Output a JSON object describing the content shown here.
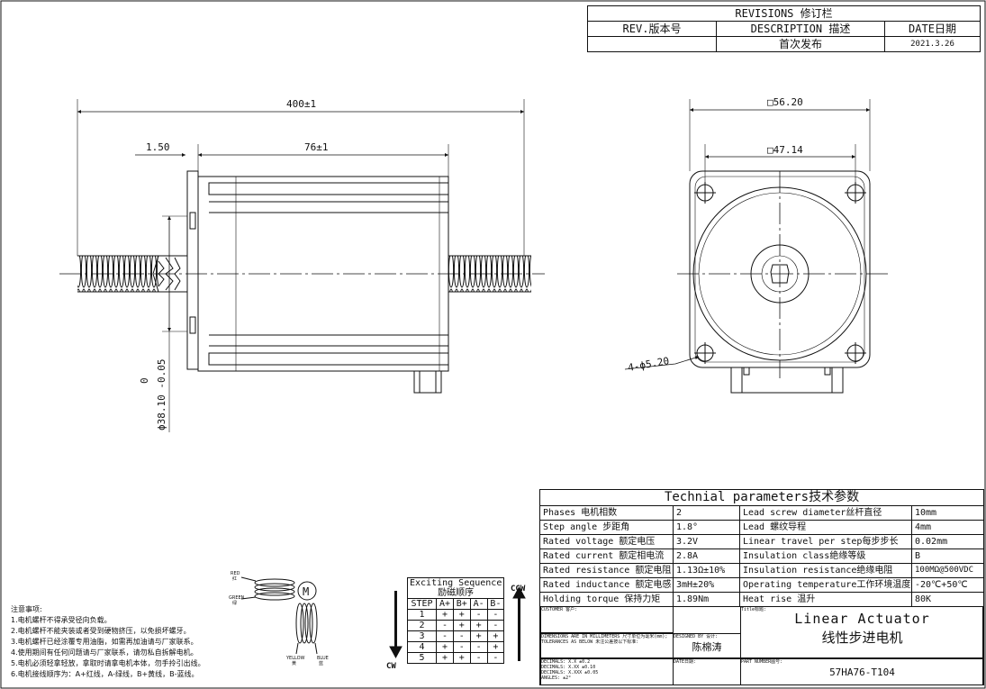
{
  "revisions": {
    "title": "REVISIONS 修订栏",
    "headers": [
      "REV.版本号",
      "DESCRIPTION 描述",
      "DATE日期"
    ],
    "rows": [
      [
        "",
        "首次发布",
        "2021.3.26"
      ]
    ]
  },
  "side_view": {
    "total_length": "400±1",
    "body_length": "76±1",
    "flange_thickness": "1.50",
    "pilot_diameter_upper": "0",
    "pilot_diameter_lower": "ϕ38.10 -0.05"
  },
  "front_view": {
    "outer_square": "□56.20",
    "hole_pitch": "□47.14",
    "mount_holes": "4-ϕ5.20"
  },
  "params": {
    "title": "Technial parameters技术参数",
    "rows": [
      [
        "Phases 电机相数",
        "2",
        "Lead screw diameter丝杆直径",
        "10mm"
      ],
      [
        "Step angle 步距角",
        "1.8°",
        "Lead 螺纹导程",
        "4mm"
      ],
      [
        "Rated voltage 额定电压",
        "3.2V",
        "Linear travel per step每步步长",
        "0.02mm"
      ],
      [
        "Rated current 额定相电流",
        "2.8A",
        "Insulation class绝缘等级",
        "B"
      ],
      [
        "Rated resistance 额定电阻",
        "1.13Ω±10%",
        "Insulation resistance绝缘电阻",
        "100MΩ@500VDC"
      ],
      [
        "Rated inductance 额定电感",
        "3mH±20%",
        "Operating temperature工作环境温度",
        "-20℃+50℃"
      ],
      [
        "Holding torque 保持力矩",
        "1.89Nm",
        "Heat rise 温升",
        "80K"
      ]
    ]
  },
  "title_block": {
    "customer_label": "CUSTOMER 客户:",
    "title_label": "Title标题:",
    "title_en": "Linear Actuator",
    "title_cn": "线性步进电机",
    "tolerance_note": "DIMENSIONS ARE IN MILLIMETERS 尺寸单位为毫米(mm); TOLERANCES AS BELOW 未注公差按以下标准:",
    "tolerances": [
      "DECIMALS: X.X ±0.2",
      "DECIMALS: X.XX ±0.10",
      "DECIMALS: X.XXX ±0.05",
      "ANGLES: ±2°"
    ],
    "designed_label": "DESIGNED BY 设计:",
    "designer": "陈棉涛",
    "date_label": "DATE日期:",
    "part_label": "PART NUMBER图号:",
    "part_number": "57HA76-T104"
  },
  "wiring": {
    "labels": [
      "RED",
      "红",
      "GREEN",
      "绿",
      "YELLOW",
      "黄",
      "BLUE",
      "蓝"
    ],
    "motor": "M"
  },
  "sequence": {
    "title_en": "Exciting Sequence",
    "title_cn": "励磁顺序",
    "headers": [
      "STEP",
      "A+",
      "B+",
      "A-",
      "B-"
    ],
    "rows": [
      [
        "1",
        "+",
        "+",
        "-",
        "-"
      ],
      [
        "2",
        "-",
        "+",
        "+",
        "-"
      ],
      [
        "3",
        "-",
        "-",
        "+",
        "+"
      ],
      [
        "4",
        "+",
        "-",
        "-",
        "+"
      ],
      [
        "5",
        "+",
        "+",
        "-",
        "-"
      ]
    ],
    "ccw": "CCW",
    "cw": "CW"
  },
  "notes": {
    "title": "注意事项:",
    "items": [
      "1.电机螺杆不得承受径向负载。",
      "2.电机螺杆不能夹装或者受到硬物挤压，以免损坏螺牙。",
      "3.电机螺杆已经涂覆专用油脂，如需再加油请与厂家联系。",
      "4.使用期间有任何问题请与厂家联系，请勿私自拆解电机。",
      "5.电机必须轻拿轻放，拿取时请拿电机本体，勿手拎引出线。",
      "6.电机接线顺序为：A+红线，A-绿线，B+黄线，B-蓝线。"
    ]
  }
}
